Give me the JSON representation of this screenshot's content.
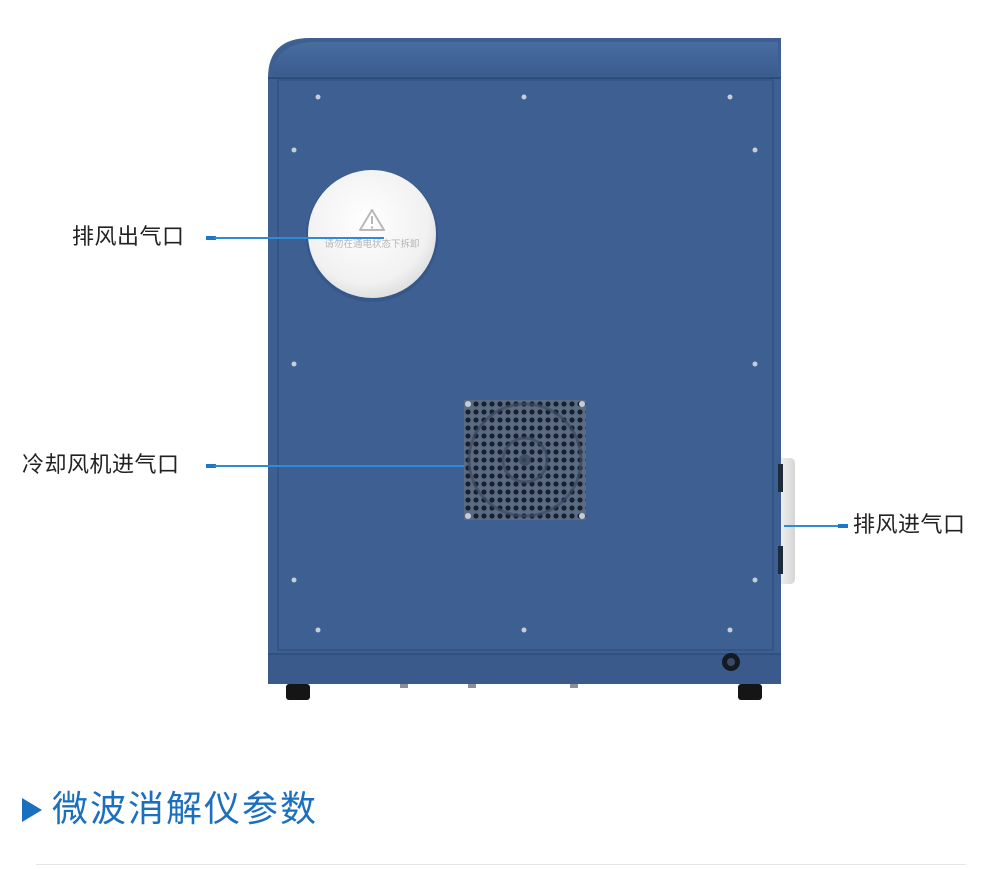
{
  "callouts": {
    "exhaust_outlet": "排风出气口",
    "cooling_fan_inlet": "冷却风机进气口",
    "exhaust_inlet": "排风进气口"
  },
  "cover_warning_text": "请勿在通电状态下拆卸",
  "section": {
    "title": "微波消解仪参数"
  },
  "colors": {
    "cabinet": "#3d5f92",
    "accent": "#1b6fbf",
    "callout_line": "#2f8bd6"
  }
}
